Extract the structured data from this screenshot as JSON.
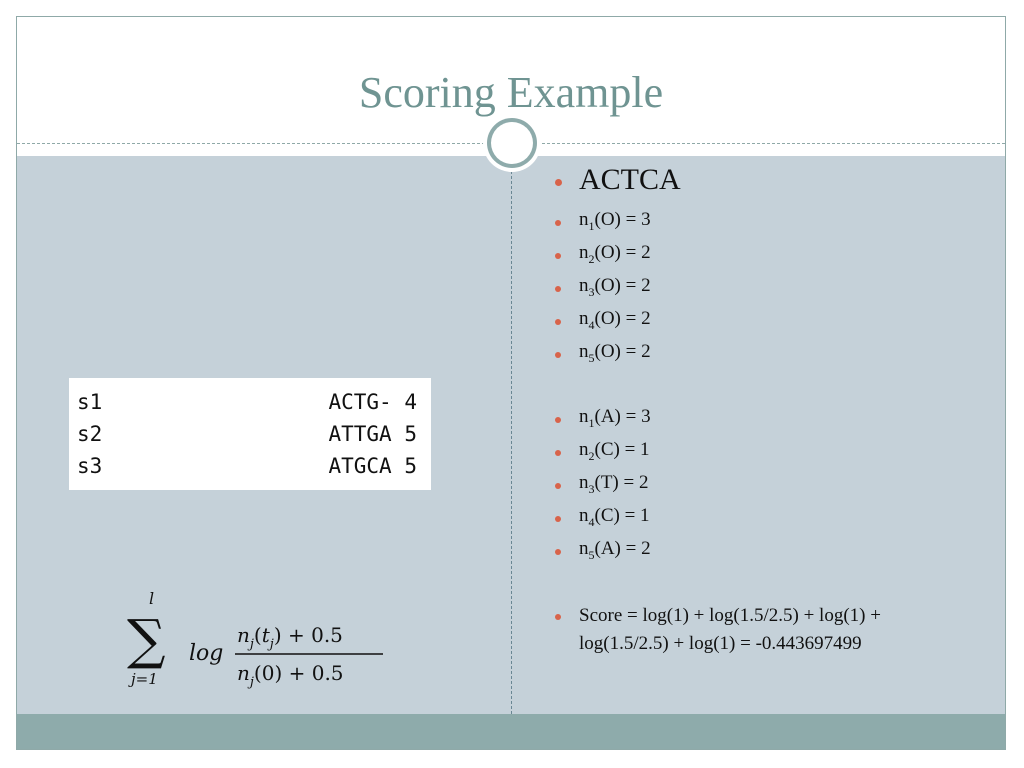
{
  "title": "Scoring Example",
  "sequences": [
    {
      "id": "s1",
      "seq": "ACTG-",
      "score": "4"
    },
    {
      "id": "s2",
      "seq": "ATTGA",
      "score": "5"
    },
    {
      "id": "s3",
      "seq": "ATGCA",
      "score": "5"
    }
  ],
  "formula": {
    "upper": "l",
    "lower": "j=1",
    "log": "log",
    "numerator": "n_j(t_j) + 0.5",
    "denominator": "n_j(0) + 0.5"
  },
  "bullets": {
    "heading": "ACTCA",
    "zero_counts": [
      {
        "n": "n",
        "sub": "1",
        "arg": "(O) = 3"
      },
      {
        "n": "n",
        "sub": "2",
        "arg": "(O) = 2"
      },
      {
        "n": "n",
        "sub": "3",
        "arg": "(O) = 2"
      },
      {
        "n": "n",
        "sub": "4",
        "arg": "(O) = 2"
      },
      {
        "n": "n",
        "sub": "5",
        "arg": "(O) = 2"
      }
    ],
    "char_counts": [
      {
        "n": "n",
        "sub": "1",
        "arg": "(A) = 3"
      },
      {
        "n": "n",
        "sub": "2",
        "arg": "(C) = 1"
      },
      {
        "n": "n",
        "sub": "3",
        "arg": "(T) = 2"
      },
      {
        "n": "n",
        "sub": "4",
        "arg": "(C) = 1"
      },
      {
        "n": "n",
        "sub": "5",
        "arg": "(A) = 2"
      }
    ],
    "score_line1": "Score = log(1) + log(1.5/2.5) + log(1) +",
    "score_line2": "log(1.5/2.5) + log(1) =  -0.443697499"
  },
  "colors": {
    "title": "#6f9492",
    "content_bg": "#c5d1d9",
    "footer": "#8eabab",
    "bullet": "#d8634a"
  }
}
